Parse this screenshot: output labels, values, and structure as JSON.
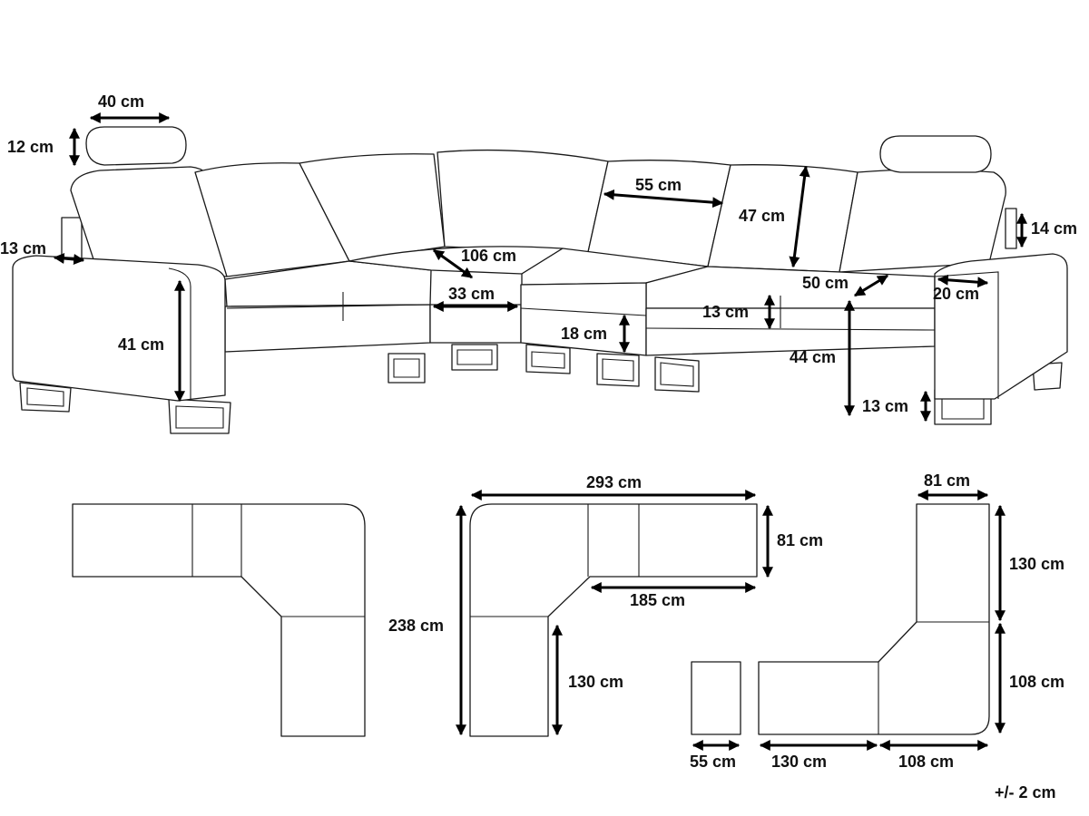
{
  "sofa_dimensions": {
    "headrest_width": "40 cm",
    "headrest_height": "12 cm",
    "armrest_width_left": "13 cm",
    "seat_depth_corner": "106 cm",
    "backrest_width": "55 cm",
    "backrest_height": "47 cm",
    "armrest_height_right": "14 cm",
    "seat_cushion_depth": "33 cm",
    "seat_depth": "50 cm",
    "armrest_width_right": "20 cm",
    "cushion_thickness": "13 cm",
    "base_height": "18 cm",
    "arm_height": "41 cm",
    "seat_height": "44 cm",
    "leg_height": "13 cm"
  },
  "floor_plan": {
    "overall_width": "293 cm",
    "overall_depth": "238 cm",
    "module_depth": "81 cm",
    "long_side": "185 cm",
    "short_side": "130 cm"
  },
  "module_plan": {
    "module_width_top": "81 cm",
    "right_upper": "130 cm",
    "right_lower": "108 cm",
    "ottoman_width": "55 cm",
    "bottom_left": "130 cm",
    "bottom_right": "108 cm"
  },
  "tolerance": "+/- 2 cm"
}
